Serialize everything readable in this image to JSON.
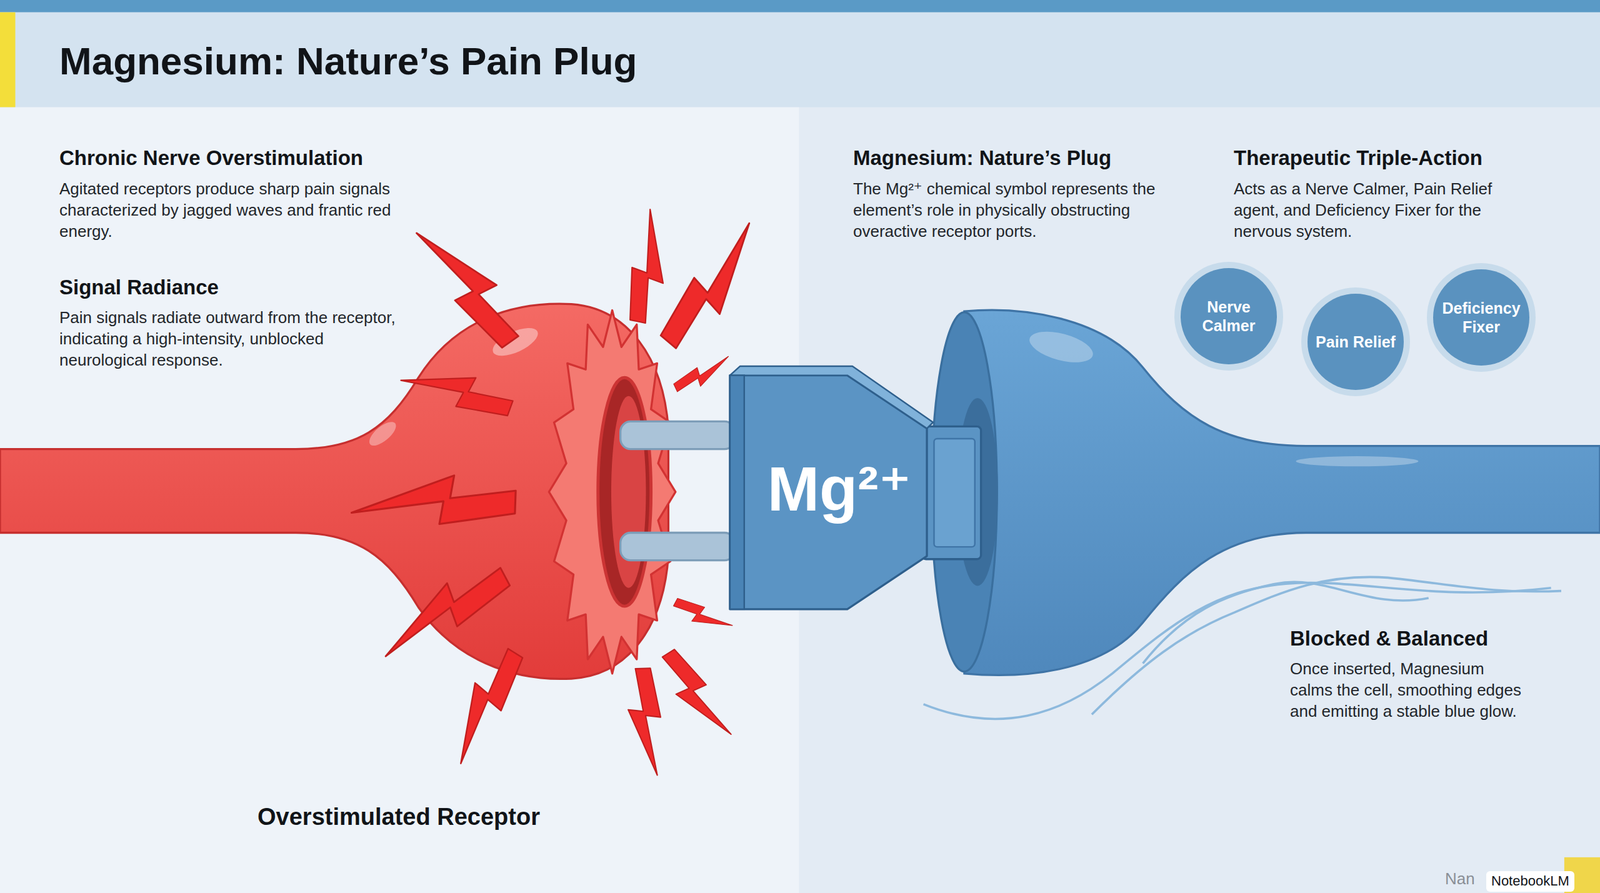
{
  "diagram": {
    "title": "Magnesium: Nature’s Pain Plug",
    "nodes": [
      {
        "text": [
          "Nerve Calmer"
        ]
      },
      {
        "text": [
          "Pain Relief"
        ]
      },
      {
        "text": [
          "Deficiency Fixer"
        ]
      },
      {
        "text": [
          "Mg²⁺"
        ]
      }
    ],
    "labels": [
      "Chronic Nerve Overstimulation",
      "Agitated receptors produce sharp pain signals characterized by jagged waves and frantic red energy.",
      "Signal Radiance",
      "Pain signals radiate outward from the receptor, indicating a high-intensity, unblocked neurological response.",
      "Overstimulated Receptor",
      "Magnesium: Nature’s Plug",
      "The Mg²⁺ chemical symbol represents the element’s role in physically obstructing overactive receptor ports.",
      "Therapeutic Triple-Action",
      "Acts as a Nerve Calmer, Pain Relief agent, and Deficiency Fixer for the nervous system.",
      "Blocked & Balanced",
      "Once inserted, Magnesium calms the cell, smoothing edges and emitting a stable blue glow.",
      "Nan",
      "NotebookLM"
    ]
  }
}
